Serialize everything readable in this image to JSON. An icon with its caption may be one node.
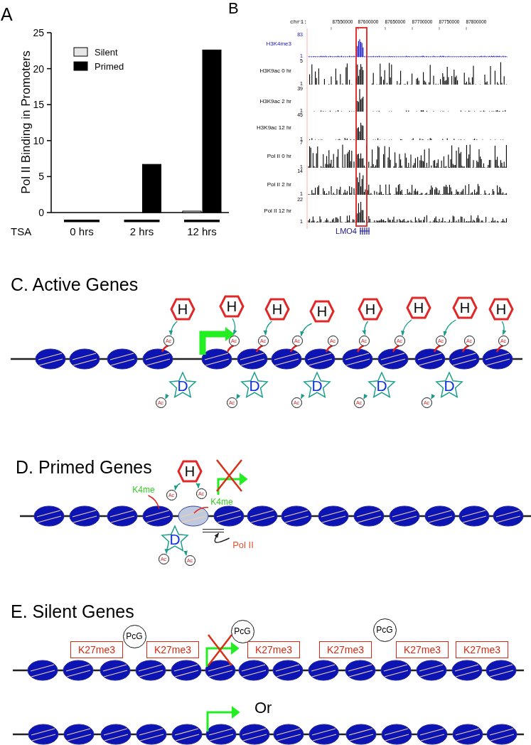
{
  "diagram": {
    "nodes": [
      {
        "text": [
          "H"
        ]
      },
      {
        "text": [
          "H"
        ]
      },
      {
        "text": [
          "H"
        ]
      },
      {
        "text": [
          "H"
        ]
      },
      {
        "text": [
          "H"
        ]
      },
      {
        "text": [
          "H"
        ]
      },
      {
        "text": [
          "H"
        ]
      },
      {
        "text": [
          "H"
        ]
      },
      {
        "text": [
          "Ac"
        ]
      },
      {
        "text": [
          "Ac"
        ]
      },
      {
        "text": [
          "Ac"
        ]
      },
      {
        "text": [
          "Ac"
        ]
      },
      {
        "text": [
          "Ac"
        ]
      },
      {
        "text": [
          "Ac"
        ]
      },
      {
        "text": [
          "Ac"
        ]
      },
      {
        "text": [
          "Ac"
        ]
      },
      {
        "text": [
          "Ac"
        ]
      },
      {
        "text": [
          "Ac"
        ]
      },
      {
        "text": [
          "D"
        ]
      },
      {
        "text": [
          "D"
        ]
      },
      {
        "text": [
          "D"
        ]
      },
      {
        "text": [
          "D"
        ]
      },
      {
        "text": [
          "D"
        ]
      },
      {
        "text": [
          "Ac"
        ]
      },
      {
        "text": [
          "Ac"
        ]
      },
      {
        "text": [
          "Ac"
        ]
      },
      {
        "text": [
          "Ac"
        ]
      },
      {
        "text": [
          "Ac"
        ]
      },
      {
        "text": [
          "H"
        ]
      },
      {
        "text": [
          "Ac"
        ]
      },
      {
        "text": [
          "Ac"
        ]
      },
      {
        "text": [
          "K4me"
        ]
      },
      {
        "text": [
          "K4me"
        ]
      },
      {
        "text": [
          "D"
        ]
      },
      {
        "text": [
          "Ac"
        ]
      },
      {
        "text": [
          "Ac"
        ]
      },
      {
        "text": [
          "Pol II"
        ]
      },
      {
        "text": [
          "K27me3"
        ]
      },
      {
        "text": [
          "PcG"
        ]
      },
      {
        "text": [
          "K27me3"
        ]
      },
      {
        "text": [
          "PcG"
        ]
      },
      {
        "text": [
          "K27me3"
        ]
      },
      {
        "text": [
          "K27me3"
        ]
      },
      {
        "text": [
          "PcG"
        ]
      },
      {
        "text": [
          "K27me3"
        ]
      },
      {
        "text": [
          "K27me3"
        ]
      },
      {
        "text": [],
        "shape": "bar"
      }
    ],
    "edges": [
      {
        "from": 0,
        "to": 8,
        "arrow": "to"
      },
      {
        "from": 1,
        "to": 9,
        "arrow": "to"
      },
      {
        "from": 2,
        "to": 10,
        "arrow": "to"
      },
      {
        "from": 3,
        "to": 11,
        "arrow": "to"
      },
      {
        "from": 4,
        "to": 13,
        "arrow": "to"
      },
      {
        "from": 5,
        "to": 14,
        "arrow": "to"
      },
      {
        "from": 6,
        "to": 15,
        "arrow": "to"
      },
      {
        "from": 7,
        "to": 17,
        "arrow": "to"
      },
      {
        "from": 18,
        "to": 23,
        "arrow": "to"
      },
      {
        "from": 19,
        "to": 24,
        "arrow": "to"
      },
      {
        "from": 20,
        "to": 25,
        "arrow": "to"
      },
      {
        "from": 21,
        "to": 26,
        "arrow": "to"
      },
      {
        "from": 22,
        "to": 27,
        "arrow": "to"
      },
      {
        "from": 28,
        "to": 29,
        "arrow": "to"
      },
      {
        "from": 28,
        "to": 30,
        "arrow": "to"
      },
      {
        "from": 33,
        "to": 34,
        "arrow": "to"
      },
      {
        "from": 33,
        "to": 35,
        "arrow": "to"
      },
      {
        "from": 31,
        "to": null,
        "arrow": "none",
        "color": "#e02020"
      },
      {
        "from": 32,
        "to": null,
        "arrow": "none",
        "color": "#e02020"
      },
      {
        "from": 36,
        "to": 46,
        "arrow": "to",
        "color": "#222222"
      }
    ],
    "labels": [
      "A",
      "B",
      "chr1:",
      "87550000",
      "87600000",
      "87650000",
      "87700000",
      "87750000",
      "87800000",
      "83",
      "H3K4me3",
      "1",
      "5",
      "H3K9ac 0 hr",
      "1",
      "39",
      "H3K9ac 2 hr",
      "1",
      "45",
      "H3K9ac 12 hr",
      "1",
      "7",
      "Pol II 0 hr",
      "1",
      "14",
      "Pol II 2 hr",
      "1",
      "22",
      "Pol II 12 hr",
      "1",
      "LMO4",
      "C. Active Genes",
      "D. Primed Genes",
      "E. Silent Genes",
      "Or"
    ],
    "chart_data": {
      "type": "bar",
      "xlabel": "TSA",
      "ylabel": "Pol II Binding in Promoters",
      "categories": [
        "0 hrs",
        "2 hrs",
        "12 hrs"
      ],
      "series": [
        {
          "name": "Silent",
          "color": "#e6e6e6",
          "values": [
            0,
            0,
            0.2
          ]
        },
        {
          "name": "Primed",
          "color": "#000000",
          "values": [
            0,
            6.7,
            22.6
          ]
        }
      ],
      "ylim": [
        0,
        25
      ],
      "yticks": [
        0,
        5,
        10,
        15,
        20,
        25
      ],
      "legend": "upper left"
    }
  }
}
